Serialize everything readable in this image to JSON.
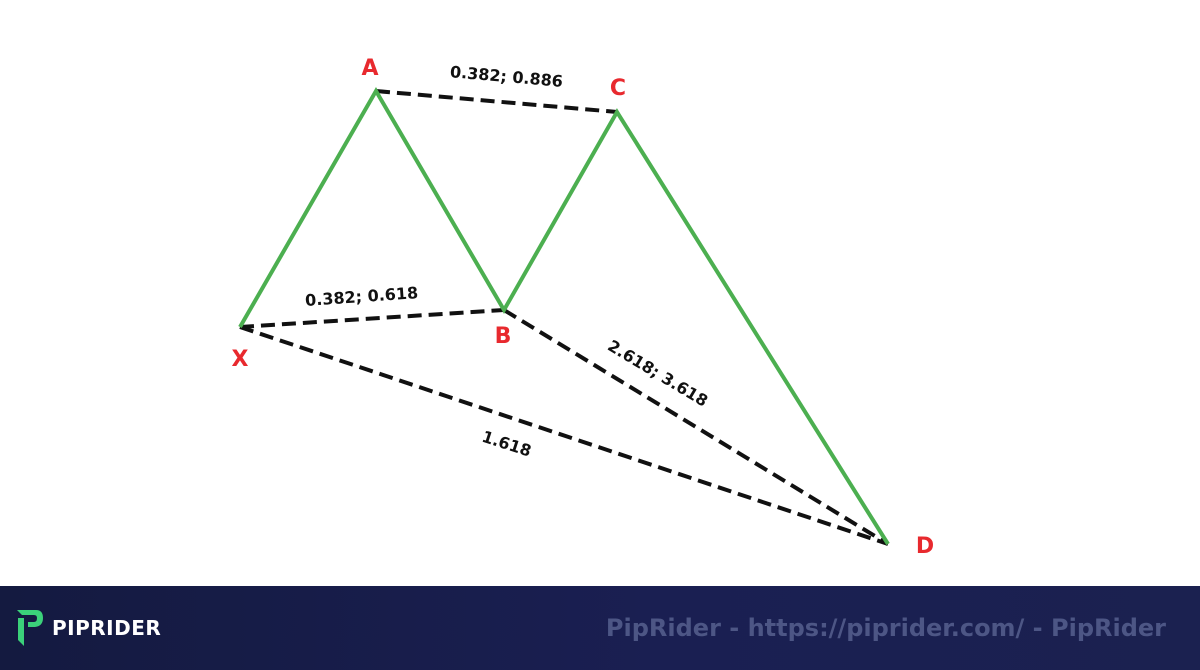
{
  "diagram": {
    "points": {
      "X": "X",
      "A": "A",
      "B": "B",
      "C": "C",
      "D": "D"
    },
    "ratios": {
      "ac": "0.382; 0.886",
      "xb": "0.382; 0.618",
      "bd": "2.618; 3.618",
      "xd": "1.618"
    },
    "colors": {
      "legs": "#4caf50",
      "ratio_lines": "#111111",
      "point_labels": "#e8292e"
    }
  },
  "footer": {
    "brand": "PIPRIDER",
    "watermark": "PipRider - https://piprider.com/ - PipRider"
  }
}
